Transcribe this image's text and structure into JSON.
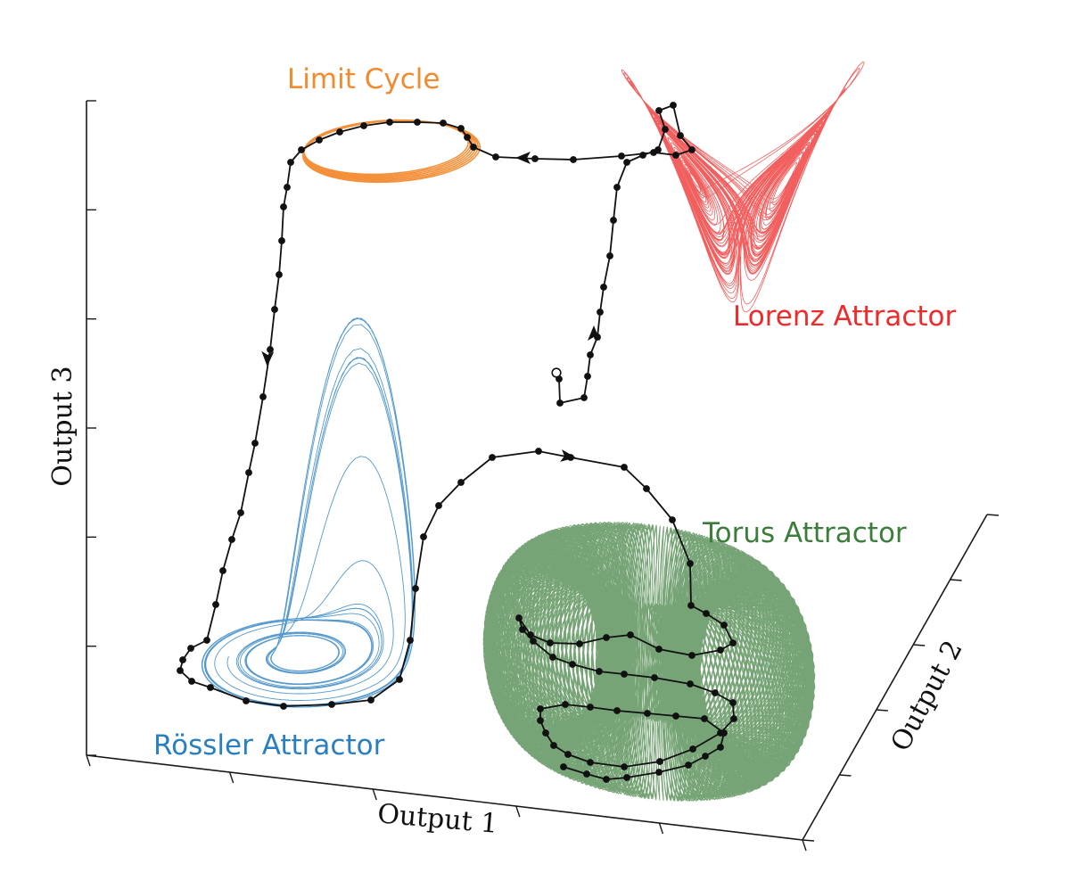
{
  "chart_data": {
    "type": "line",
    "projection": "3d",
    "grid": false,
    "xlabel": "Output 1",
    "ylabel": "Output 2",
    "zlabel": "Output 3",
    "axis_ticks": {
      "output1": 6,
      "output2": 6,
      "output3": 7
    },
    "tick_labels_shown": false,
    "series": [
      {
        "name": "Limit Cycle",
        "kind": "limit-cycle",
        "color": "#f28a2e"
      },
      {
        "name": "Lorenz Attractor",
        "kind": "lorenz",
        "color": "#ee2a2a"
      },
      {
        "name": "Rössler Attractor",
        "kind": "rossler",
        "color": "#2a7fc1"
      },
      {
        "name": "Torus Attractor",
        "kind": "torus",
        "color": "#3d7d3c"
      }
    ],
    "trajectory": {
      "color": "#111111",
      "start_marker": "open-circle",
      "sequence": [
        "Lorenz Attractor",
        "Limit Cycle",
        "Rössler Attractor",
        "Torus Attractor"
      ]
    }
  }
}
